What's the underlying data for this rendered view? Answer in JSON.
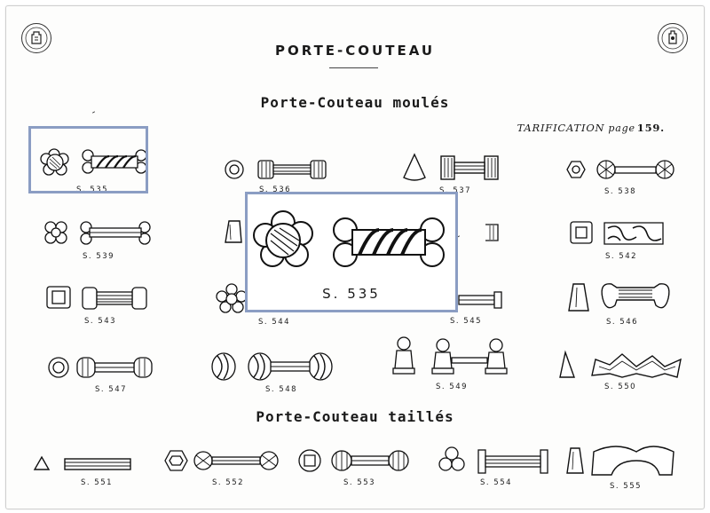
{
  "page": {
    "title": "PORTE-COUTEAU",
    "section_moules": "Porte-Couteau moulés",
    "section_tailles": "Porte-Couteau taillés",
    "tarification": {
      "label": "TARIFICATION",
      "page_word": "page",
      "page_number": "159."
    }
  },
  "items": {
    "s535": "S. 535",
    "s536": "S. 536",
    "s537": "S. 537",
    "s538": "S. 538",
    "s539": "S. 539",
    "s542": "S. 542",
    "s543": "S. 543",
    "s544": "S. 544",
    "s545": "S. 545",
    "s546": "S. 546",
    "s547": "S. 547",
    "s548": "S. 548",
    "s549": "S. 549",
    "s550": "S. 550",
    "s551": "S. 551",
    "s552": "S. 552",
    "s553": "S. 553",
    "s554": "S. 554",
    "s555": "S. 555"
  },
  "zoom": {
    "code": "S. 535"
  },
  "colors": {
    "highlight": "#8b9dc3",
    "ink": "#1a1a1a",
    "paper": "#fdfdfc"
  }
}
